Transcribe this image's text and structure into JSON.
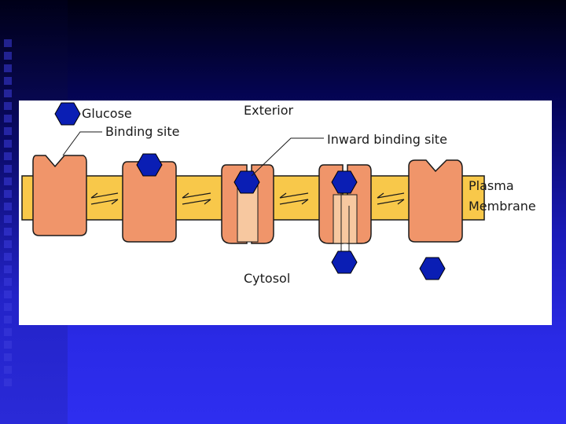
{
  "labels": {
    "glucose": "Glucose",
    "binding_site": "Binding site",
    "exterior": "Exterior",
    "inward_binding_site": "Inward binding site",
    "plasma": "Plasma",
    "membrane": "Membrane",
    "cytosol": "Cytosol"
  },
  "colors": {
    "membrane": "#f8c84a",
    "protein": "#f0956a",
    "protein_channel": "#f7c8a0",
    "glucose": "#0a1eb4",
    "outline": "#1a1a1a"
  },
  "icons": {
    "glucose": "hexagon-icon",
    "equilibrium": "equilibrium-arrows-icon"
  }
}
